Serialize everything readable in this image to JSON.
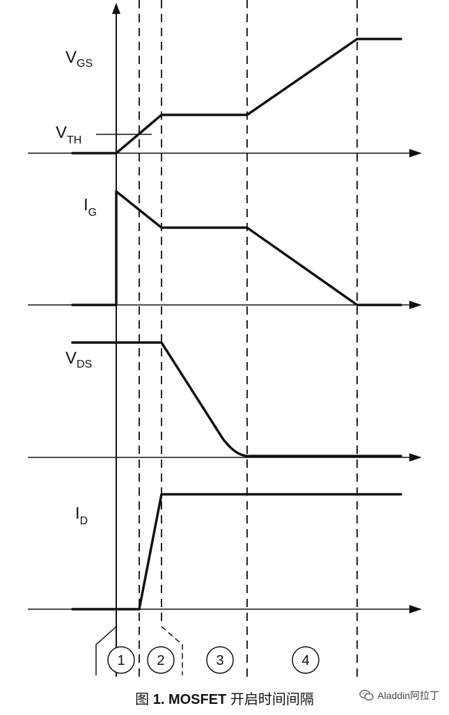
{
  "labels": {
    "vgs": {
      "main": "V",
      "sub": "GS"
    },
    "vth": {
      "main": "V",
      "sub": "TH"
    },
    "ig": {
      "main": "I",
      "sub": "G"
    },
    "vds": {
      "main": "V",
      "sub": "DS"
    },
    "id": {
      "main": "I",
      "sub": "D"
    }
  },
  "intervals": [
    "1",
    "2",
    "3",
    "4"
  ],
  "caption": {
    "prefix": "图 ",
    "bold": "1. MOSFET",
    "suffix": " 开启时间间隔"
  },
  "watermark": "Aladdin阿拉丁"
}
